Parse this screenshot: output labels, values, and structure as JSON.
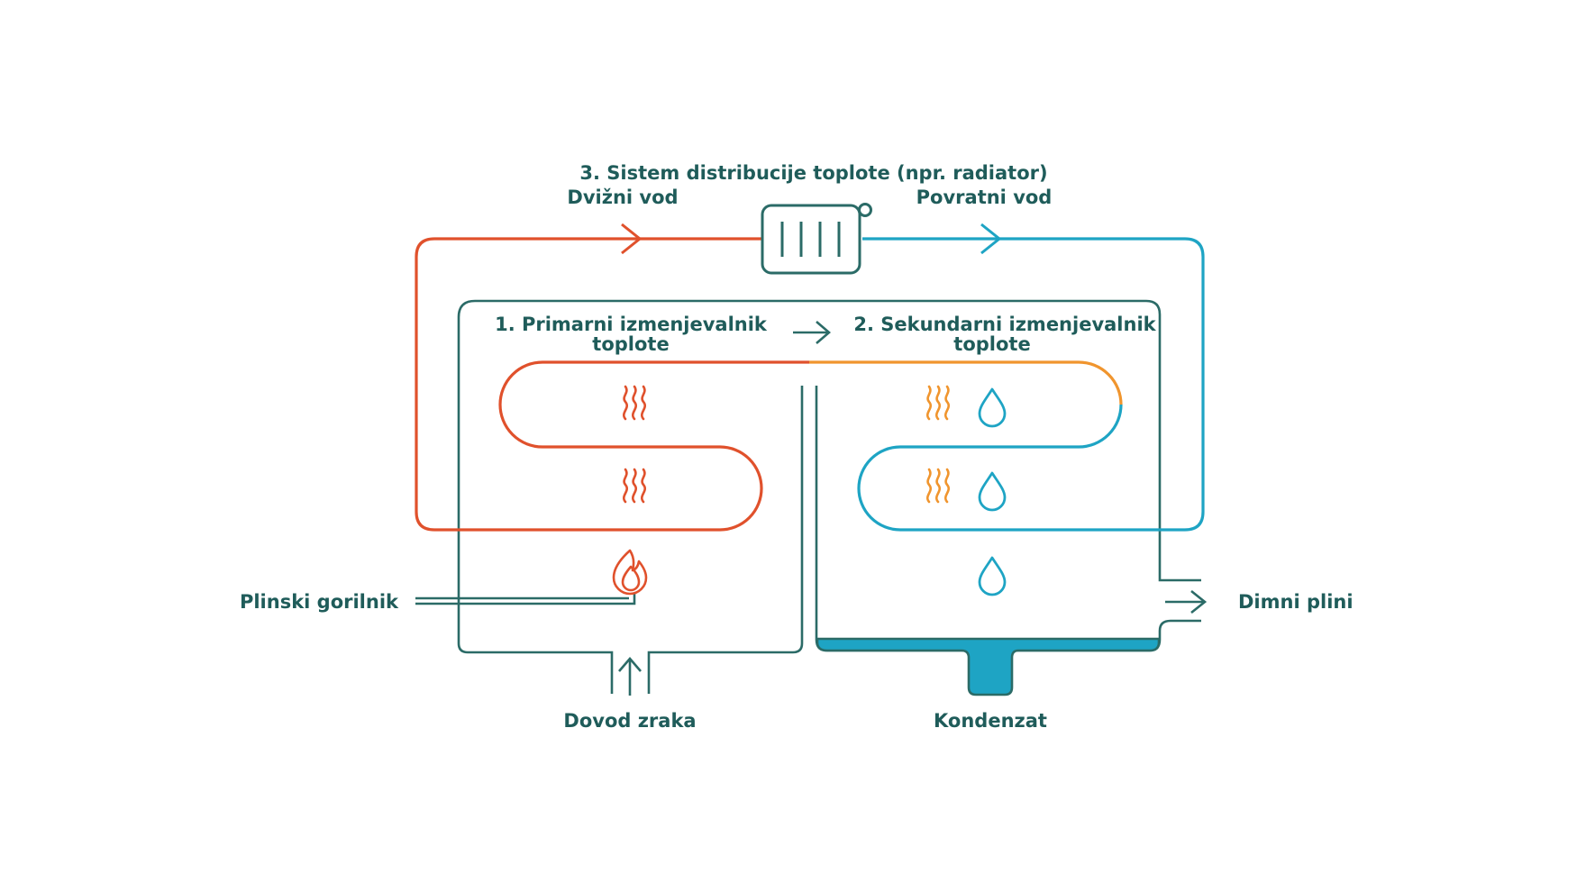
{
  "colors": {
    "background": "#ffffff",
    "outline": "#2b6b67",
    "text": "#1f5c5a",
    "hot": "#e0512c",
    "warm": "#f0952e",
    "cool": "#1ea4c4",
    "condensate": "#1ea4c4"
  },
  "labels": {
    "distribution": "3. Sistem distribucije toplote (npr. radiator)",
    "supply": "Dvižni vod",
    "return": "Povratni vod",
    "primary_line1": "1. Primarni izmenjevalnik",
    "primary_line2": "toplote",
    "secondary_line1": "2. Sekundarni izmenjevalnik",
    "secondary_line2": "toplote",
    "burner": "Plinski gorilnik",
    "air_intake": "Dovod zraka",
    "condensate": "Kondenzat",
    "flue_gas": "Dimni plini"
  },
  "icons": {
    "radiator": "radiator-icon",
    "heat": "heat-waves-icon",
    "flame": "flame-icon",
    "droplet": "droplet-icon",
    "arrow": "arrow-icon"
  }
}
